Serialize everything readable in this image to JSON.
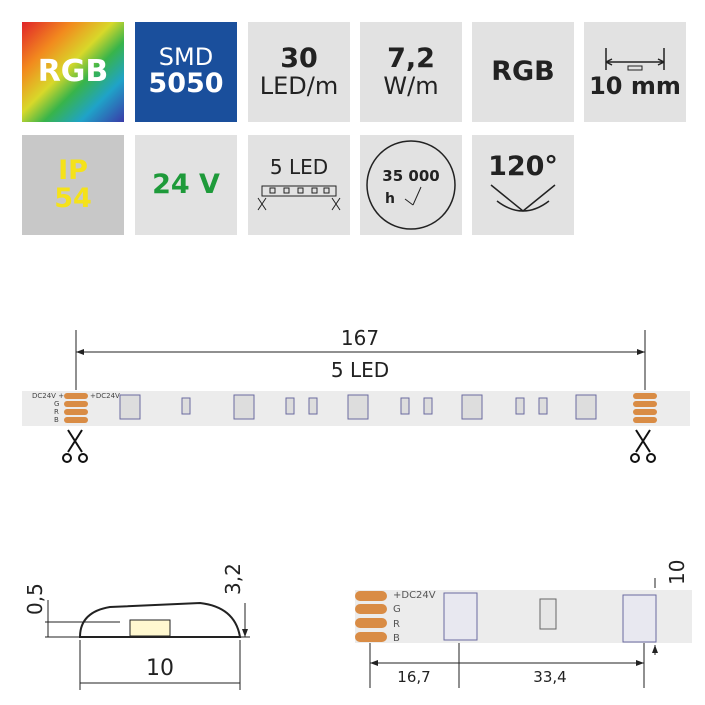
{
  "tiles": {
    "rgb": "RGB",
    "smd_top": "SMD",
    "smd_bottom": "5050",
    "density_value": "30",
    "density_unit": "LED/m",
    "power_value": "7,2",
    "power_unit": "W/m",
    "color": "RGB",
    "width": "10 mm",
    "ip_top": "IP",
    "ip_bottom": "54",
    "voltage": "24 V",
    "cut_label": "5 LED",
    "life_value": "35 000",
    "life_unit": "h",
    "angle": "120°"
  },
  "strip": {
    "length": "167",
    "led_count": "5 LED",
    "left_plus": "DC24V +",
    "right_plus": "+DC24V",
    "g": "G",
    "r": "R",
    "b": "B"
  },
  "profile": {
    "thickness": "0,5",
    "height": "3,2",
    "width": "10"
  },
  "detail": {
    "plus": "+DC24V",
    "g": "G",
    "r": "R",
    "b": "B",
    "width": "10",
    "pitch_first": "16,7",
    "pitch": "33,4"
  },
  "colors": {
    "smd_blue": "#1a4f9c",
    "voltage_green": "#1e9a3a",
    "ip_yellow": "#f5e21a",
    "pad": "#d98c45"
  }
}
